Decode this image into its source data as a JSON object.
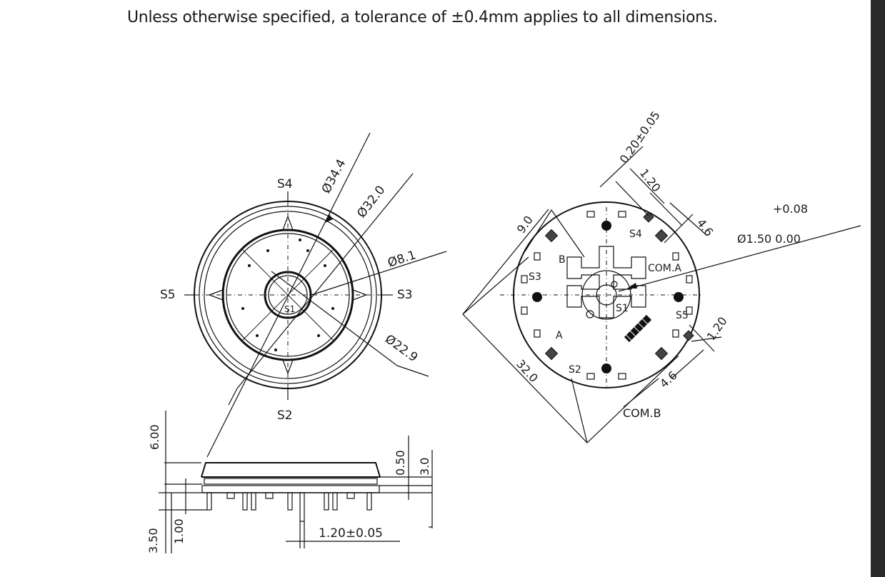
{
  "note": "Unless otherwise specified, a tolerance of ±0.4mm applies to all dimensions.",
  "top_view": {
    "label_s4": "S4",
    "label_s5": "S5",
    "label_s3": "S3",
    "label_s2": "S2",
    "label_s1": "S1",
    "dim_d344": "Ø34.4",
    "dim_d320": "Ø32.0",
    "dim_d81": "Ø8.1",
    "dim_d229": "Ø22.9"
  },
  "pcb_view": {
    "dim_020": "0.20±0.05",
    "dim_120_top": "1.20",
    "dim_46_top": "4.6",
    "dim_90": "9.0",
    "tol_plus": "+0.08",
    "dim_hole": "Ø1.50 0.00",
    "label_s4": "S4",
    "label_b": "B",
    "label_s3": "S3",
    "label_com_a": "COM.A",
    "label_s1": "S1",
    "label_s5": "S5",
    "label_a": "A",
    "label_s2": "S2",
    "dim_120_right": "1.20",
    "dim_46_bottom": "4.6",
    "dim_320": "32.0",
    "label_com_b": "COM.B"
  },
  "side_view": {
    "dim_600": "6.00",
    "dim_050": "0.50",
    "dim_30": "3.0",
    "dim_350": "3.50",
    "dim_100": "1.00",
    "dim_pin": "1.20±0.05"
  }
}
